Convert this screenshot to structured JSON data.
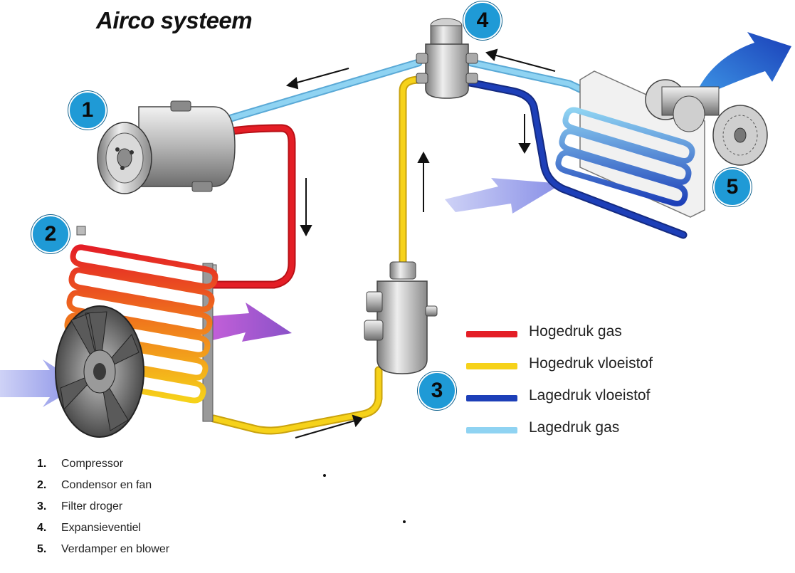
{
  "title": "Airco systeem",
  "badges": [
    "1",
    "2",
    "3",
    "4",
    "5"
  ],
  "legend": [
    {
      "label": "Hogedruk gas",
      "color": "#e41e26"
    },
    {
      "label": "Hogedruk vloeistof",
      "color": "#f6d21a"
    },
    {
      "label": "Lagedruk vloeistof",
      "color": "#1d3fb8"
    },
    {
      "label": "Lagedruk gas",
      "color": "#8fd3f2"
    }
  ],
  "parts": [
    {
      "num": "1.",
      "label": "Compressor"
    },
    {
      "num": "2.",
      "label": "Condensor en fan"
    },
    {
      "num": "3.",
      "label": "Filter droger"
    },
    {
      "num": "4.",
      "label": "Expansieventiel"
    },
    {
      "num": "5.",
      "label": "Verdamper  en blower"
    }
  ],
  "colors": {
    "high_pressure_gas": "#e41e26",
    "high_pressure_liquid": "#f6d21a",
    "low_pressure_liquid": "#1d3fb8",
    "low_pressure_gas": "#8fd3f2",
    "badge": "#1f9ad6",
    "cold_air_arrow": "#8a8fe6",
    "warm_air_arrow": "#9b3fc4",
    "outflow_arrow": "#1a5fd0"
  }
}
